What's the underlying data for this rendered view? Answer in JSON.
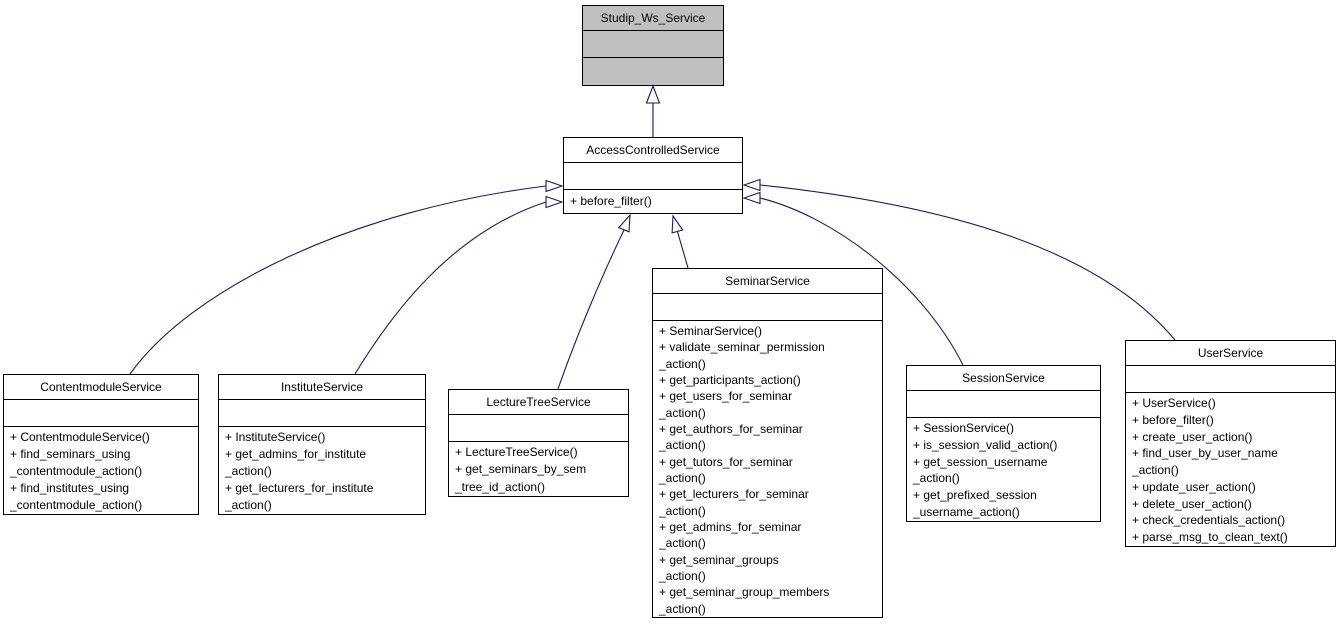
{
  "colors": {
    "edge": "#191970",
    "border": "#000000",
    "base_class_fill": "#c0c0c0",
    "class_fill": "#ffffff",
    "background": "#ffffff",
    "text": "#000000"
  },
  "classes": [
    {
      "id": "studip-ws-service",
      "name": "Studip_Ws_Service",
      "fill": "base",
      "methods": []
    },
    {
      "id": "access-controlled-service",
      "name": "AccessControlledService",
      "fill": "plain",
      "methods": [
        "+ before_filter()"
      ]
    },
    {
      "id": "contentmodule-service",
      "name": "ContentmoduleService",
      "fill": "plain",
      "methods": [
        "+ ContentmoduleService()",
        "+ find_seminars_using\n_contentmodule_action()",
        "+ find_institutes_using\n_contentmodule_action()"
      ]
    },
    {
      "id": "institute-service",
      "name": "InstituteService",
      "fill": "plain",
      "methods": [
        "+ InstituteService()",
        "+ get_admins_for_institute\n_action()",
        "+ get_lecturers_for_institute\n_action()"
      ]
    },
    {
      "id": "lecturetree-service",
      "name": "LectureTreeService",
      "fill": "plain",
      "methods": [
        "+ LectureTreeService()",
        "+ get_seminars_by_sem\n_tree_id_action()"
      ]
    },
    {
      "id": "seminar-service",
      "name": "SeminarService",
      "fill": "plain",
      "methods": [
        "+ SeminarService()",
        "+ validate_seminar_permission\n_action()",
        "+ get_participants_action()",
        "+ get_users_for_seminar\n_action()",
        "+ get_authors_for_seminar\n_action()",
        "+ get_tutors_for_seminar\n_action()",
        "+ get_lecturers_for_seminar\n_action()",
        "+ get_admins_for_seminar\n_action()",
        "+ get_seminar_groups\n_action()",
        "+ get_seminar_group_members\n_action()"
      ]
    },
    {
      "id": "session-service",
      "name": "SessionService",
      "fill": "plain",
      "methods": [
        "+ SessionService()",
        "+ is_session_valid_action()",
        "+ get_session_username\n_action()",
        "+ get_prefixed_session\n_username_action()"
      ]
    },
    {
      "id": "user-service",
      "name": "UserService",
      "fill": "plain",
      "methods": [
        "+ UserService()",
        "+ before_filter()",
        "+ create_user_action()",
        "+ find_user_by_user_name\n_action()",
        "+ update_user_action()",
        "+ delete_user_action()",
        "+ check_credentials_action()",
        "+ parse_msg_to_clean_text()"
      ]
    }
  ],
  "edges": [
    {
      "from": "AccessControlledService",
      "to": "Studip_Ws_Service",
      "type": "inheritance"
    },
    {
      "from": "ContentmoduleService",
      "to": "AccessControlledService",
      "type": "inheritance"
    },
    {
      "from": "InstituteService",
      "to": "AccessControlledService",
      "type": "inheritance"
    },
    {
      "from": "LectureTreeService",
      "to": "AccessControlledService",
      "type": "inheritance"
    },
    {
      "from": "SeminarService",
      "to": "AccessControlledService",
      "type": "inheritance"
    },
    {
      "from": "SessionService",
      "to": "AccessControlledService",
      "type": "inheritance"
    },
    {
      "from": "UserService",
      "to": "AccessControlledService",
      "type": "inheritance"
    }
  ]
}
